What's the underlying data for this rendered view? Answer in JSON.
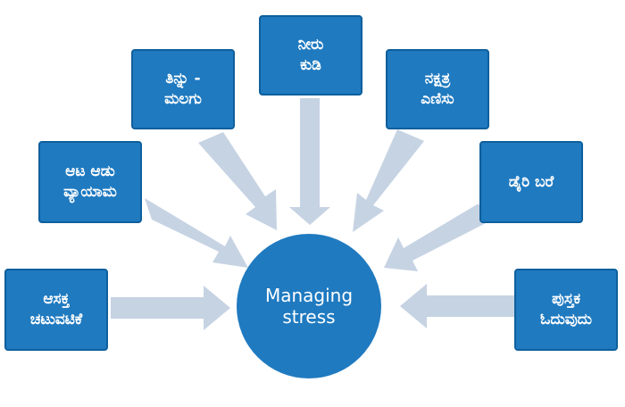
{
  "colors": {
    "box": "#1f7ac0",
    "box_border": "#0f5f9c",
    "arrow": "#c6d3e3",
    "text": "#ffffff"
  },
  "center": {
    "label": "Managing\nstress"
  },
  "nodes": [
    {
      "id": "top-left",
      "label": "ತಿನ್ನು -\nಮಲಗು"
    },
    {
      "id": "top-center",
      "label": "ನೀರು\nಕುಡಿ"
    },
    {
      "id": "top-right",
      "label": "ನಕ್ಷತ್ರ\nಎಣಿಸು"
    },
    {
      "id": "mid-left",
      "label": "ಆಟ ಆಡು\nವ್ಯಾಯಾಮ"
    },
    {
      "id": "mid-right",
      "label": "ಡೈರಿ ಬರೆ"
    },
    {
      "id": "bottom-left",
      "label": "ಆಸಕ್ತ\nಚಟುವಟಿಕೆ"
    },
    {
      "id": "bottom-right",
      "label": "ಪುಸ್ತಕ\nಓದುವುದು"
    }
  ]
}
